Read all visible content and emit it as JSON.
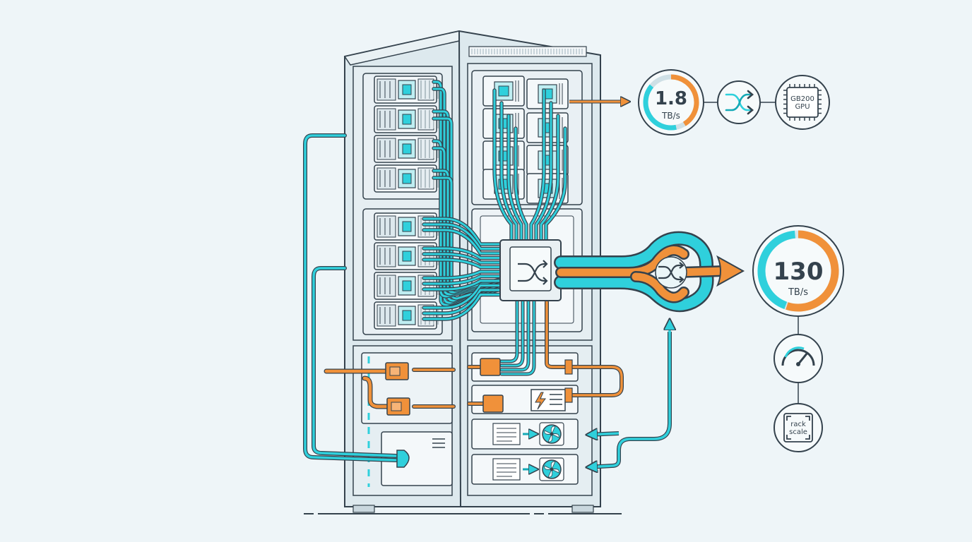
{
  "colors": {
    "background": "#eef5f8",
    "outline": "#34424d",
    "rack_fill": "#dde9ee",
    "panel_fill": "#e8f0f4",
    "tray_fill": "#f4f8fa",
    "cyan": "#2fd0dc",
    "cyan_dark": "#14a9b6",
    "orange": "#f0913a",
    "orange_dark": "#d9731c"
  },
  "badges": {
    "nvlink_bandwidth": {
      "value": "1.8",
      "unit": "TB/s",
      "fill_fraction": 0.75,
      "icon": "shuffle-icon"
    },
    "gpu_chip": {
      "line1": "GB200",
      "line2": "GPU",
      "icon": "chip-icon"
    },
    "aggregate_bandwidth": {
      "value": "130",
      "unit": "TB/s",
      "fill_fraction": 0.55
    },
    "performance_icon": "gauge-icon",
    "scale_label": {
      "line1": "rack",
      "line2": "scale",
      "icon": "expand-corners-icon"
    }
  },
  "icons": {
    "switch": "shuffle-icon",
    "power": "lightning-icon",
    "fan": "fan-icon",
    "flow": "shuffle-icon"
  }
}
